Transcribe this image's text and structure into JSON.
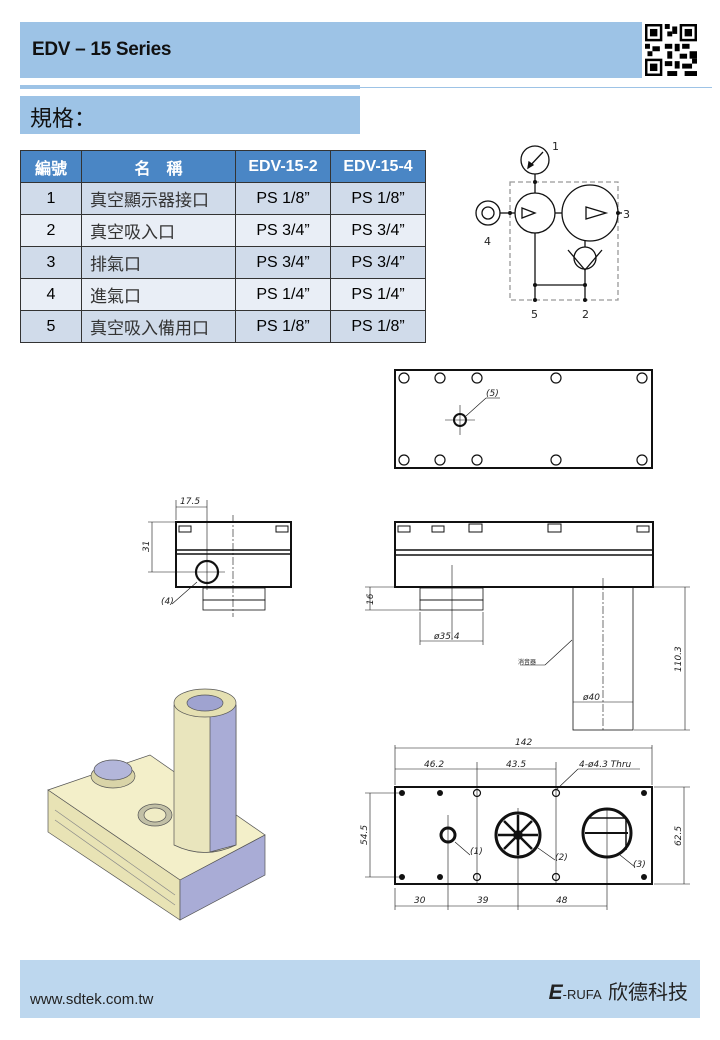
{
  "header": {
    "title": "EDV – 15 Series",
    "qr_icon": "qr-code-icon"
  },
  "section": {
    "title": "規格："
  },
  "table": {
    "headers": [
      "編號",
      "名　稱",
      "EDV-15-2",
      "EDV-15-4"
    ],
    "rows": [
      {
        "no": "1",
        "name": "真空顯示器接口",
        "edv152": "PS 1/8”",
        "edv154": "PS 1/8”"
      },
      {
        "no": "2",
        "name": "真空吸入口",
        "edv152": "PS 3/4”",
        "edv154": "PS 3/4”"
      },
      {
        "no": "3",
        "name": "排氣口",
        "edv152": "PS 3/4”",
        "edv154": "PS 3/4”"
      },
      {
        "no": "4",
        "name": "進氣口",
        "edv152": "PS 1/4”",
        "edv154": "PS 1/4”"
      },
      {
        "no": "5",
        "name": "真空吸入備用口",
        "edv152": "PS 1/8”",
        "edv154": "PS 1/8”"
      }
    ]
  },
  "schematic": {
    "labels": [
      "1",
      "2",
      "3",
      "4",
      "5"
    ]
  },
  "drawings": {
    "top_view": {
      "callout": "(5)"
    },
    "side_view": {
      "dim_width": "17.5",
      "dim_height": "31",
      "callout": "(4)"
    },
    "front_view": {
      "dim_height": "16",
      "dim_dia": "ø35.4",
      "dim_pipe_dia": "ø40",
      "dim_length": "110.3",
      "muffler_label": "消音器"
    },
    "bottom_view": {
      "dim_total": "142",
      "dim_a": "46.2",
      "dim_b": "43.5",
      "holes": "4-ø4.3 Thru",
      "dim_h1": "54.5",
      "dim_h2": "62.5",
      "dim_c": "30",
      "dim_d": "39",
      "dim_e": "48",
      "callout1": "(1)",
      "callout2": "(2)",
      "callout3": "(3)"
    }
  },
  "footer": {
    "url": "www.sdtek.com.tw",
    "brand_e": "E",
    "brand_rufa": "-RUFA",
    "brand_cn": " 欣德科技"
  }
}
